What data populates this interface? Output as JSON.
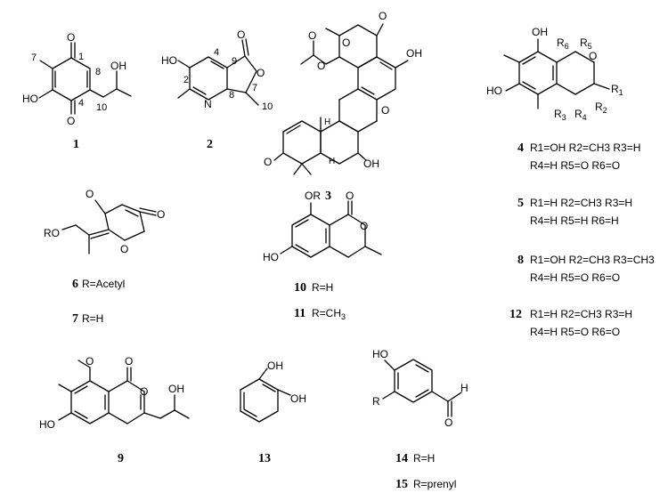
{
  "figure": {
    "compounds": [
      {
        "id": "1",
        "label": "1"
      },
      {
        "id": "2",
        "label": "2"
      },
      {
        "id": "3",
        "label": "3"
      },
      {
        "id": "4",
        "label": "4"
      },
      {
        "id": "5",
        "label": "5"
      },
      {
        "id": "6",
        "label": "6"
      },
      {
        "id": "7",
        "label": "7"
      },
      {
        "id": "8",
        "label": "8"
      },
      {
        "id": "9",
        "label": "9"
      },
      {
        "id": "10",
        "label": "10"
      },
      {
        "id": "11",
        "label": "11"
      },
      {
        "id": "12",
        "label": "12"
      },
      {
        "id": "13",
        "label": "13"
      },
      {
        "id": "14",
        "label": "14"
      },
      {
        "id": "15",
        "label": "15"
      }
    ],
    "captions": {
      "c6": "R=Acetyl",
      "c7": "R=H",
      "c10": "R=H",
      "c11": "R=CH",
      "c14": "R=H",
      "c15": "R=prenyl"
    },
    "substituents": {
      "c4_line1": "R1=OH R2=CH3 R3=H",
      "c4_line2": "R4=H R5=O R6=O",
      "c5_line1": "R1=H R2=CH3 R3=H",
      "c5_line2": "R4=H R5=H R6=H",
      "c8_line1": "R1=OH R2=CH3 R3=CH3",
      "c8_line2": "R4=H R5=O R6=O",
      "c12_line1": "R1=H R2=CH3 R3=H",
      "c12_line2": "R4=H R5=O R6=O"
    },
    "atoms": {
      "O": "O",
      "OH": "OH",
      "HO": "HO",
      "N": "N",
      "RO": "RO",
      "OR": "OR",
      "R": "R",
      "H": "H",
      "R1": "R",
      "R2": "R",
      "R3": "R",
      "R4": "R",
      "R5": "R",
      "R6": "R"
    },
    "atom_numbers": {
      "c1_n1": "1",
      "c1_n4": "4",
      "c1_n7": "7",
      "c1_n8": "8",
      "c1_n10": "10",
      "c2_n2": "2",
      "c2_n4": "4",
      "c2_n7": "7",
      "c2_n8": "8",
      "c2_n9": "9",
      "c2_n10": "10"
    }
  }
}
